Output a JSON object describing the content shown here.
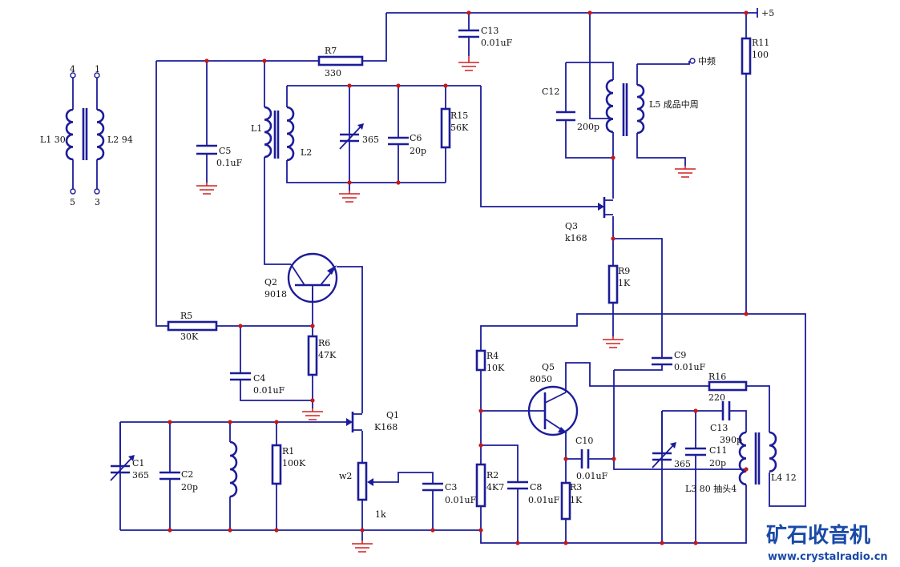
{
  "labels": {
    "plus5": "+5",
    "zhongpin": "中频",
    "pin4": "4",
    "pin1": "1",
    "pin5": "5",
    "pin3": "3",
    "l1_30": "L1  30",
    "l2_94": "L2  94",
    "r7": "R7",
    "r7v": "330",
    "c13a": "C13",
    "c13av": "0.01uF",
    "r11": "R11",
    "r11v": "100",
    "c12": "C12",
    "c12v": "200p",
    "l5": "L5 成品中周",
    "l1": "L1",
    "l2": "L2",
    "c5": "C5",
    "c5v": "0.1uF",
    "v365a": "365",
    "c6": "C6",
    "c6v": "20p",
    "r15": "R15",
    "r15v": "56K",
    "q3": "Q3",
    "q3v": "k168",
    "r9": "R9",
    "r9v": "1K",
    "q2": "Q2",
    "q2v": "9018",
    "r5": "R5",
    "r5v": "30K",
    "r6": "R6",
    "r6v": "47K",
    "c4": "C4",
    "c4v": "0.01uF",
    "c9": "C9",
    "c9v": "0.01uF",
    "r4": "R4",
    "r4v": "10K",
    "q5": "Q5",
    "q5v": "8050",
    "r16": "R16",
    "r16v": "220",
    "q1": "Q1",
    "q1v": "K168",
    "c13b": "C13",
    "c13bv": "390p",
    "c1": "C1",
    "c1v": "365",
    "c2": "C2",
    "c2v": "20p",
    "r1": "R1",
    "r1v": "100K",
    "w2": "w2",
    "w2v": "1k",
    "c3": "C3",
    "c3v": "0.01uF",
    "r2": "R2",
    "r2v": "4K7",
    "c8": "C8",
    "c8v": "0.01uF",
    "c10": "C10",
    "c10v": "0.01uF",
    "r3": "R3",
    "r3v": "1K",
    "v365b": "365",
    "c11": "C11",
    "c11v": "20p",
    "l3": "L3  80  抽头4",
    "l4": "L4    12"
  },
  "watermark": {
    "brand": "矿石收音机",
    "url": "www.crystalradio.cn"
  },
  "colors": {
    "wire": "#1c1c9a",
    "ground": "#d02020",
    "junction": "#c81818",
    "brand": "#1a4aa8"
  }
}
